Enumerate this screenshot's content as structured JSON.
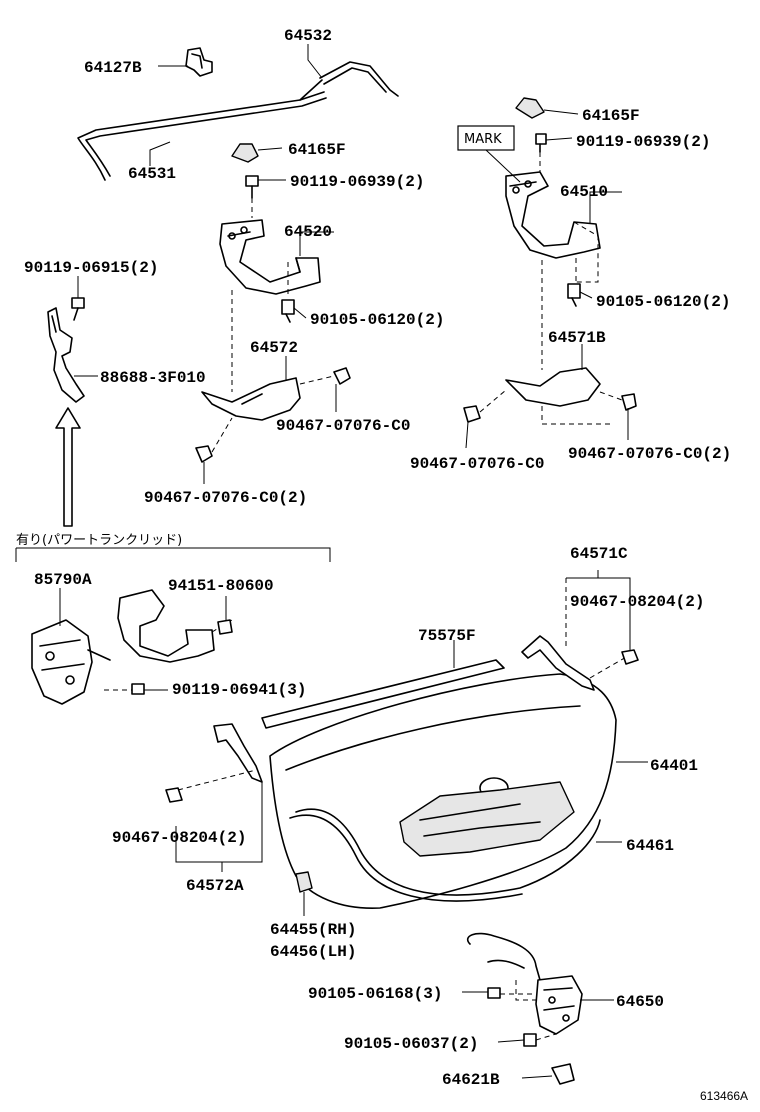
{
  "labels": {
    "p64532": "64532",
    "p64127b": "64127B",
    "p64531": "64531",
    "p64165f_left": "64165F",
    "p90119_06939_left": "90119-06939(2)",
    "p64520": "64520",
    "p90105_06120_left": "90105-06120(2)",
    "p90119_06915": "90119-06915(2)",
    "p88688": "88688-3F010",
    "p64572": "64572",
    "p90467_07076_c0_mid": "90467-07076-C0",
    "p90467_07076_c0_2_left": "90467-07076-C0(2)",
    "p64165f_right": "64165F",
    "mark": "MARK",
    "p90119_06939_right": "90119-06939(2)",
    "p64510": "64510",
    "p90105_06120_right": "90105-06120(2)",
    "p64571b": "64571B",
    "p90467_07076_c0_right": "90467-07076-C0",
    "p90467_07076_c0_2_right": "90467-07076-C0(2)",
    "power_lid_note": "有り(パワートランクリッド)",
    "p85790a": "85790A",
    "p94151": "94151-80600",
    "p90119_06941": "90119-06941(3)",
    "p64571c": "64571C",
    "p90467_08204_right": "90467-08204(2)",
    "p75575f": "75575F",
    "p64401": "64401",
    "p90467_08204_left": "90467-08204(2)",
    "p64572a": "64572A",
    "p64461": "64461",
    "p64455": "64455(RH)",
    "p64456": "64456(LH)",
    "p90105_06168": "90105-06168(3)",
    "p64650": "64650",
    "p90105_06037": "90105-06037(2)",
    "p64621b": "64621B",
    "ref_code": "613466A"
  }
}
